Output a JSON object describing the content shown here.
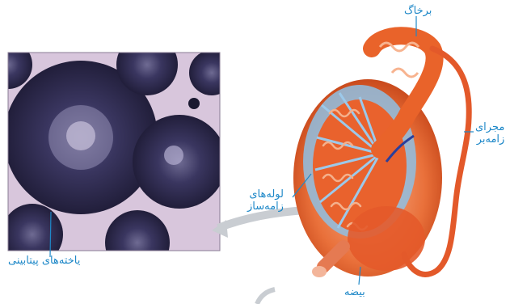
{
  "labels": {
    "epididymis": "برخاگ",
    "vas_deferens_line1": "مجرای",
    "vas_deferens_line2": "زامه‌بر",
    "tubules_line1": "لوله‌های",
    "tubules_line2": "زامه‌ساز",
    "testis": "بیضه",
    "epithelial_cells": "یاخته‌های پیتابینی"
  },
  "colors": {
    "label_text": "#1e88c8",
    "tissue_background": "#d9c8dc",
    "tubule_dark": "#2a2748",
    "testis_orange": "#e8632a",
    "testis_light": "#f7a680"
  }
}
